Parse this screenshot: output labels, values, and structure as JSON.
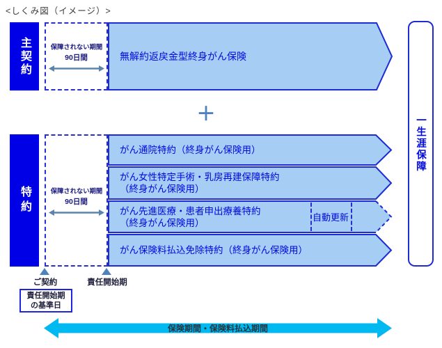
{
  "title": "<しくみ図（イメージ）>",
  "colors": {
    "label_block_bg": "#0000e6",
    "arrow_fill": "#a6cdf4",
    "arrow_border": "#1c2bd4",
    "arrow_text": "#0009e0",
    "dashed_border": "#2a2ed0",
    "cyan_arrow": "#00b9f1",
    "marker_steel_blue": "#4f81bd"
  },
  "main_contract": {
    "label": "主契約",
    "not_covered": {
      "line1": "保障されない期間",
      "line2": "90日間"
    },
    "product": "無解約返戻金型終身がん保険"
  },
  "plus_sign": "＋",
  "riders": {
    "label": "特約",
    "not_covered": {
      "line1": "保障されない期間",
      "line2": "90日間"
    },
    "rows": [
      {
        "line1": "がん通院特約（終身がん保険用）",
        "line2": ""
      },
      {
        "line1": "がん女性特定手術・乳房再建保障特約",
        "line2": "（終身がん保険用）"
      },
      {
        "line1": "がん先進医療・患者申出療養特約",
        "line2": "（終身がん保険用）",
        "badge": "自動更新"
      },
      {
        "line1": "がん保険料払込免除特約（終身がん保険用）",
        "line2": ""
      }
    ]
  },
  "lifetime_label": "一生涯保障",
  "timeline": {
    "contract": "ご契約",
    "liability_start": "責任開始期",
    "base_date_line1": "責任開始期",
    "base_date_line2": "の基準日",
    "period": "保険期間・保険料払込期間"
  }
}
